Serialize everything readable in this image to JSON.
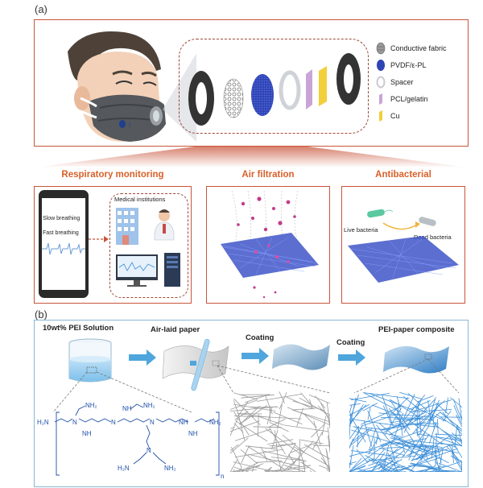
{
  "panel_a": {
    "label": "(a)",
    "legend": [
      {
        "label": "Conductive fabric",
        "icon": "conductive-fabric-icon"
      },
      {
        "label": "PVDF/ε-PL",
        "icon": "pvdf-layer-icon"
      },
      {
        "label": "Spacer",
        "icon": "spacer-icon"
      },
      {
        "label": "PCL/gelatin",
        "icon": "pcl-gelatin-icon"
      },
      {
        "label": "Cu",
        "icon": "cu-icon"
      }
    ],
    "sections": {
      "respiratory": {
        "title": "Respiratory monitoring",
        "phone_line1": "Slow breathing",
        "phone_line2": "Fast breathing",
        "box_title": "Medical institutions"
      },
      "filtration": {
        "title": "Air filtration"
      },
      "antibacterial": {
        "title": "Antibacterial",
        "live": "Live bacteria",
        "dead": "Dead bacteria"
      }
    },
    "colors": {
      "frame": "#c8553a",
      "section_title": "#d8602a",
      "dashed": "#9b4a3a"
    }
  },
  "panel_b": {
    "label": "(b)",
    "solution": "10wt% PEI Solution",
    "paper": "Air-laid paper",
    "coating1": "Coating",
    "coating2": "Coating",
    "composite": "PEI-paper composite",
    "chem": {
      "h2n": "H₂N",
      "nh2": "NH₂",
      "n": "N",
      "nh": "NH",
      "sub_n": "n"
    },
    "colors": {
      "frame": "#8ab6d6",
      "arrow": "#4ea6dc",
      "fiber_blue": "#3d8fd8"
    }
  }
}
